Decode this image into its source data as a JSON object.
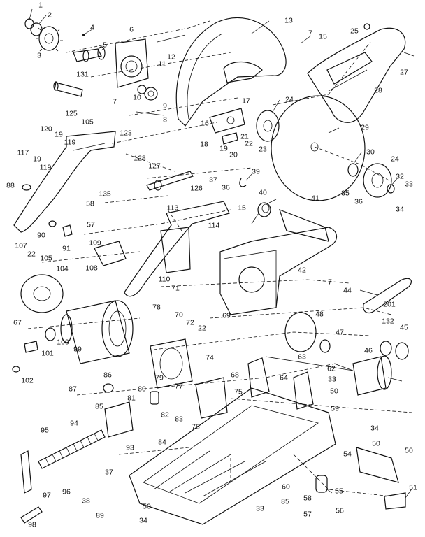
{
  "diagram": {
    "callouts": [
      {
        "id": "p1",
        "label": "1"
      },
      {
        "id": "p2",
        "label": "2"
      },
      {
        "id": "p3",
        "label": "3"
      },
      {
        "id": "p4",
        "label": "4"
      },
      {
        "id": "p5",
        "label": "5"
      },
      {
        "id": "p6",
        "label": "6"
      },
      {
        "id": "p7a",
        "label": "7"
      },
      {
        "id": "p7b",
        "label": "7"
      },
      {
        "id": "p7c",
        "label": "7"
      },
      {
        "id": "p8",
        "label": "8"
      },
      {
        "id": "p9",
        "label": "9"
      },
      {
        "id": "p10",
        "label": "10"
      },
      {
        "id": "p11",
        "label": "11"
      },
      {
        "id": "p12",
        "label": "12"
      },
      {
        "id": "p13",
        "label": "13"
      },
      {
        "id": "p15a",
        "label": "15"
      },
      {
        "id": "p15b",
        "label": "15"
      },
      {
        "id": "p16",
        "label": "16"
      },
      {
        "id": "p17",
        "label": "17"
      },
      {
        "id": "p18",
        "label": "18"
      },
      {
        "id": "p19a",
        "label": "19"
      },
      {
        "id": "p19b",
        "label": "19"
      },
      {
        "id": "p19c",
        "label": "19"
      },
      {
        "id": "p20",
        "label": "20"
      },
      {
        "id": "p21",
        "label": "21"
      },
      {
        "id": "p22a",
        "label": "22"
      },
      {
        "id": "p22b",
        "label": "22"
      },
      {
        "id": "p22c",
        "label": "22"
      },
      {
        "id": "p23",
        "label": "23"
      },
      {
        "id": "p24a",
        "label": "24"
      },
      {
        "id": "p24b",
        "label": "24"
      },
      {
        "id": "p25",
        "label": "25"
      },
      {
        "id": "p27",
        "label": "27"
      },
      {
        "id": "p28",
        "label": "28"
      },
      {
        "id": "p29",
        "label": "29"
      },
      {
        "id": "p30",
        "label": "30"
      },
      {
        "id": "p32",
        "label": "32"
      },
      {
        "id": "p33a",
        "label": "33"
      },
      {
        "id": "p33b",
        "label": "33"
      },
      {
        "id": "p33c",
        "label": "33"
      },
      {
        "id": "p34a",
        "label": "34"
      },
      {
        "id": "p34b",
        "label": "34"
      },
      {
        "id": "p34c",
        "label": "34"
      },
      {
        "id": "p35",
        "label": "35"
      },
      {
        "id": "p36a",
        "label": "36"
      },
      {
        "id": "p36b",
        "label": "36"
      },
      {
        "id": "p37a",
        "label": "37"
      },
      {
        "id": "p37b",
        "label": "37"
      },
      {
        "id": "p38",
        "label": "38"
      },
      {
        "id": "p39",
        "label": "39"
      },
      {
        "id": "p40",
        "label": "40"
      },
      {
        "id": "p41",
        "label": "41"
      },
      {
        "id": "p42",
        "label": "42"
      },
      {
        "id": "p44",
        "label": "44"
      },
      {
        "id": "p45",
        "label": "45"
      },
      {
        "id": "p46",
        "label": "46"
      },
      {
        "id": "p47",
        "label": "47"
      },
      {
        "id": "p48",
        "label": "48"
      },
      {
        "id": "p50a",
        "label": "50"
      },
      {
        "id": "p50b",
        "label": "50"
      },
      {
        "id": "p50c",
        "label": "50"
      },
      {
        "id": "p50d",
        "label": "50"
      },
      {
        "id": "p51",
        "label": "51"
      },
      {
        "id": "p54",
        "label": "54"
      },
      {
        "id": "p55",
        "label": "55"
      },
      {
        "id": "p56",
        "label": "56"
      },
      {
        "id": "p57a",
        "label": "57"
      },
      {
        "id": "p57b",
        "label": "57"
      },
      {
        "id": "p58a",
        "label": "58"
      },
      {
        "id": "p58b",
        "label": "58"
      },
      {
        "id": "p59",
        "label": "59"
      },
      {
        "id": "p60",
        "label": "60"
      },
      {
        "id": "p62",
        "label": "62"
      },
      {
        "id": "p63",
        "label": "63"
      },
      {
        "id": "p64",
        "label": "64"
      },
      {
        "id": "p67",
        "label": "67"
      },
      {
        "id": "p68",
        "label": "68"
      },
      {
        "id": "p69",
        "label": "69"
      },
      {
        "id": "p70",
        "label": "70"
      },
      {
        "id": "p71",
        "label": "71"
      },
      {
        "id": "p72",
        "label": "72"
      },
      {
        "id": "p74",
        "label": "74"
      },
      {
        "id": "p75",
        "label": "75"
      },
      {
        "id": "p76",
        "label": "76"
      },
      {
        "id": "p77",
        "label": "77"
      },
      {
        "id": "p78",
        "label": "78"
      },
      {
        "id": "p79",
        "label": "79"
      },
      {
        "id": "p80",
        "label": "80"
      },
      {
        "id": "p81",
        "label": "81"
      },
      {
        "id": "p82",
        "label": "82"
      },
      {
        "id": "p83",
        "label": "83"
      },
      {
        "id": "p84",
        "label": "84"
      },
      {
        "id": "p85a",
        "label": "85"
      },
      {
        "id": "p85b",
        "label": "85"
      },
      {
        "id": "p86",
        "label": "86"
      },
      {
        "id": "p87",
        "label": "87"
      },
      {
        "id": "p88",
        "label": "88"
      },
      {
        "id": "p89",
        "label": "89"
      },
      {
        "id": "p90",
        "label": "90"
      },
      {
        "id": "p91",
        "label": "91"
      },
      {
        "id": "p93",
        "label": "93"
      },
      {
        "id": "p94",
        "label": "94"
      },
      {
        "id": "p95",
        "label": "95"
      },
      {
        "id": "p96",
        "label": "96"
      },
      {
        "id": "p97",
        "label": "97"
      },
      {
        "id": "p98",
        "label": "98"
      },
      {
        "id": "p99",
        "label": "99"
      },
      {
        "id": "p100",
        "label": "100"
      },
      {
        "id": "p101",
        "label": "101"
      },
      {
        "id": "p102",
        "label": "102"
      },
      {
        "id": "p104",
        "label": "104"
      },
      {
        "id": "p105a",
        "label": "105"
      },
      {
        "id": "p105b",
        "label": "105"
      },
      {
        "id": "p107",
        "label": "107"
      },
      {
        "id": "p108",
        "label": "108"
      },
      {
        "id": "p109",
        "label": "109"
      },
      {
        "id": "p110",
        "label": "110"
      },
      {
        "id": "p113",
        "label": "113"
      },
      {
        "id": "p114",
        "label": "114"
      },
      {
        "id": "p117",
        "label": "117"
      },
      {
        "id": "p119a",
        "label": "119"
      },
      {
        "id": "p119b",
        "label": "119"
      },
      {
        "id": "p120",
        "label": "120"
      },
      {
        "id": "p123",
        "label": "123"
      },
      {
        "id": "p125",
        "label": "125"
      },
      {
        "id": "p126",
        "label": "126"
      },
      {
        "id": "p127",
        "label": "127"
      },
      {
        "id": "p128",
        "label": "128"
      },
      {
        "id": "p131",
        "label": "131"
      },
      {
        "id": "p132",
        "label": "132"
      },
      {
        "id": "p135",
        "label": "135"
      },
      {
        "id": "p201",
        "label": "201"
      }
    ]
  }
}
